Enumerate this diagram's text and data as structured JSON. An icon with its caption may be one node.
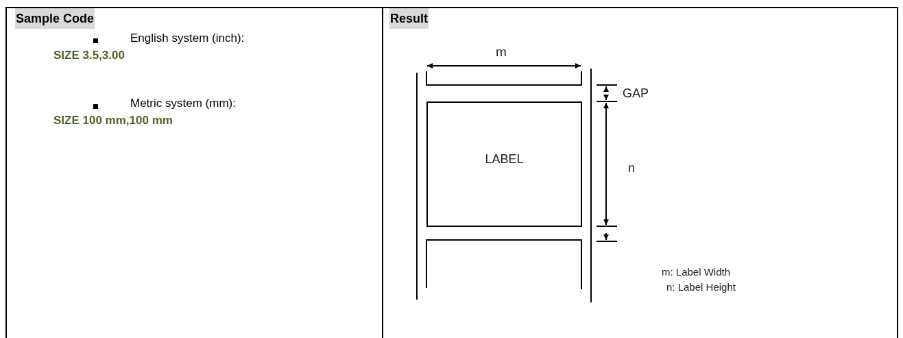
{
  "diagram": {
    "nodes": [
      {
        "text": [
          "LABEL"
        ]
      }
    ],
    "labels": [
      "Sample Code",
      "English system (inch):",
      "SIZE 3.5,3.00",
      "Metric system (mm):",
      "SIZE 100 mm,100 mm",
      "Result",
      "m",
      "GAP",
      "n",
      "m: Label Width",
      "n: Label Height"
    ]
  }
}
